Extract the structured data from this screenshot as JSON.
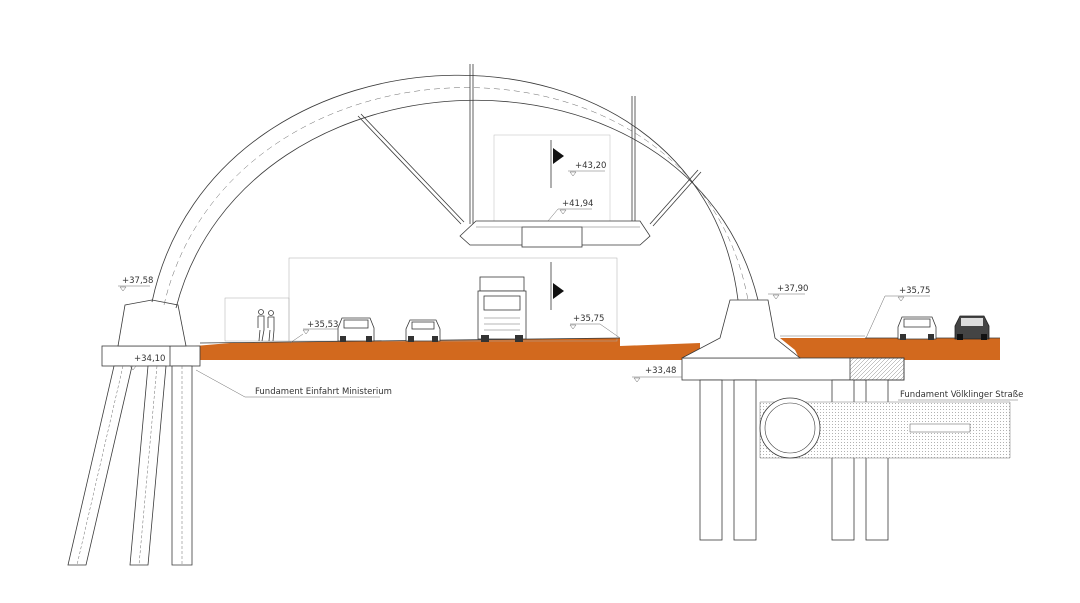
{
  "colors": {
    "ground": "#d2691e",
    "line": "#3a3a3a",
    "background": "#ffffff"
  },
  "elevations": [
    {
      "id": "left-abutment-top",
      "text": "+37,58"
    },
    {
      "id": "left-foundation",
      "text": "+34,10"
    },
    {
      "id": "left-road",
      "text": "+35,53"
    },
    {
      "id": "middle-road",
      "text": "+35,75"
    },
    {
      "id": "hanging-deck-top",
      "text": "+43,20"
    },
    {
      "id": "hanging-deck",
      "text": "+41,94"
    },
    {
      "id": "right-abutment-top",
      "text": "+37,90"
    },
    {
      "id": "right-road",
      "text": "+35,75"
    },
    {
      "id": "right-foundation",
      "text": "+33,48"
    }
  ],
  "foundation_labels": {
    "left": "Fundament Einfahrt Ministerium",
    "right": "Fundament Völklinger Straße"
  },
  "icons": [
    "elevation-marker-icon",
    "pedestrian-figures-icon",
    "car-icon",
    "truck-icon",
    "flag-marker-icon",
    "pipe-culvert-icon"
  ]
}
